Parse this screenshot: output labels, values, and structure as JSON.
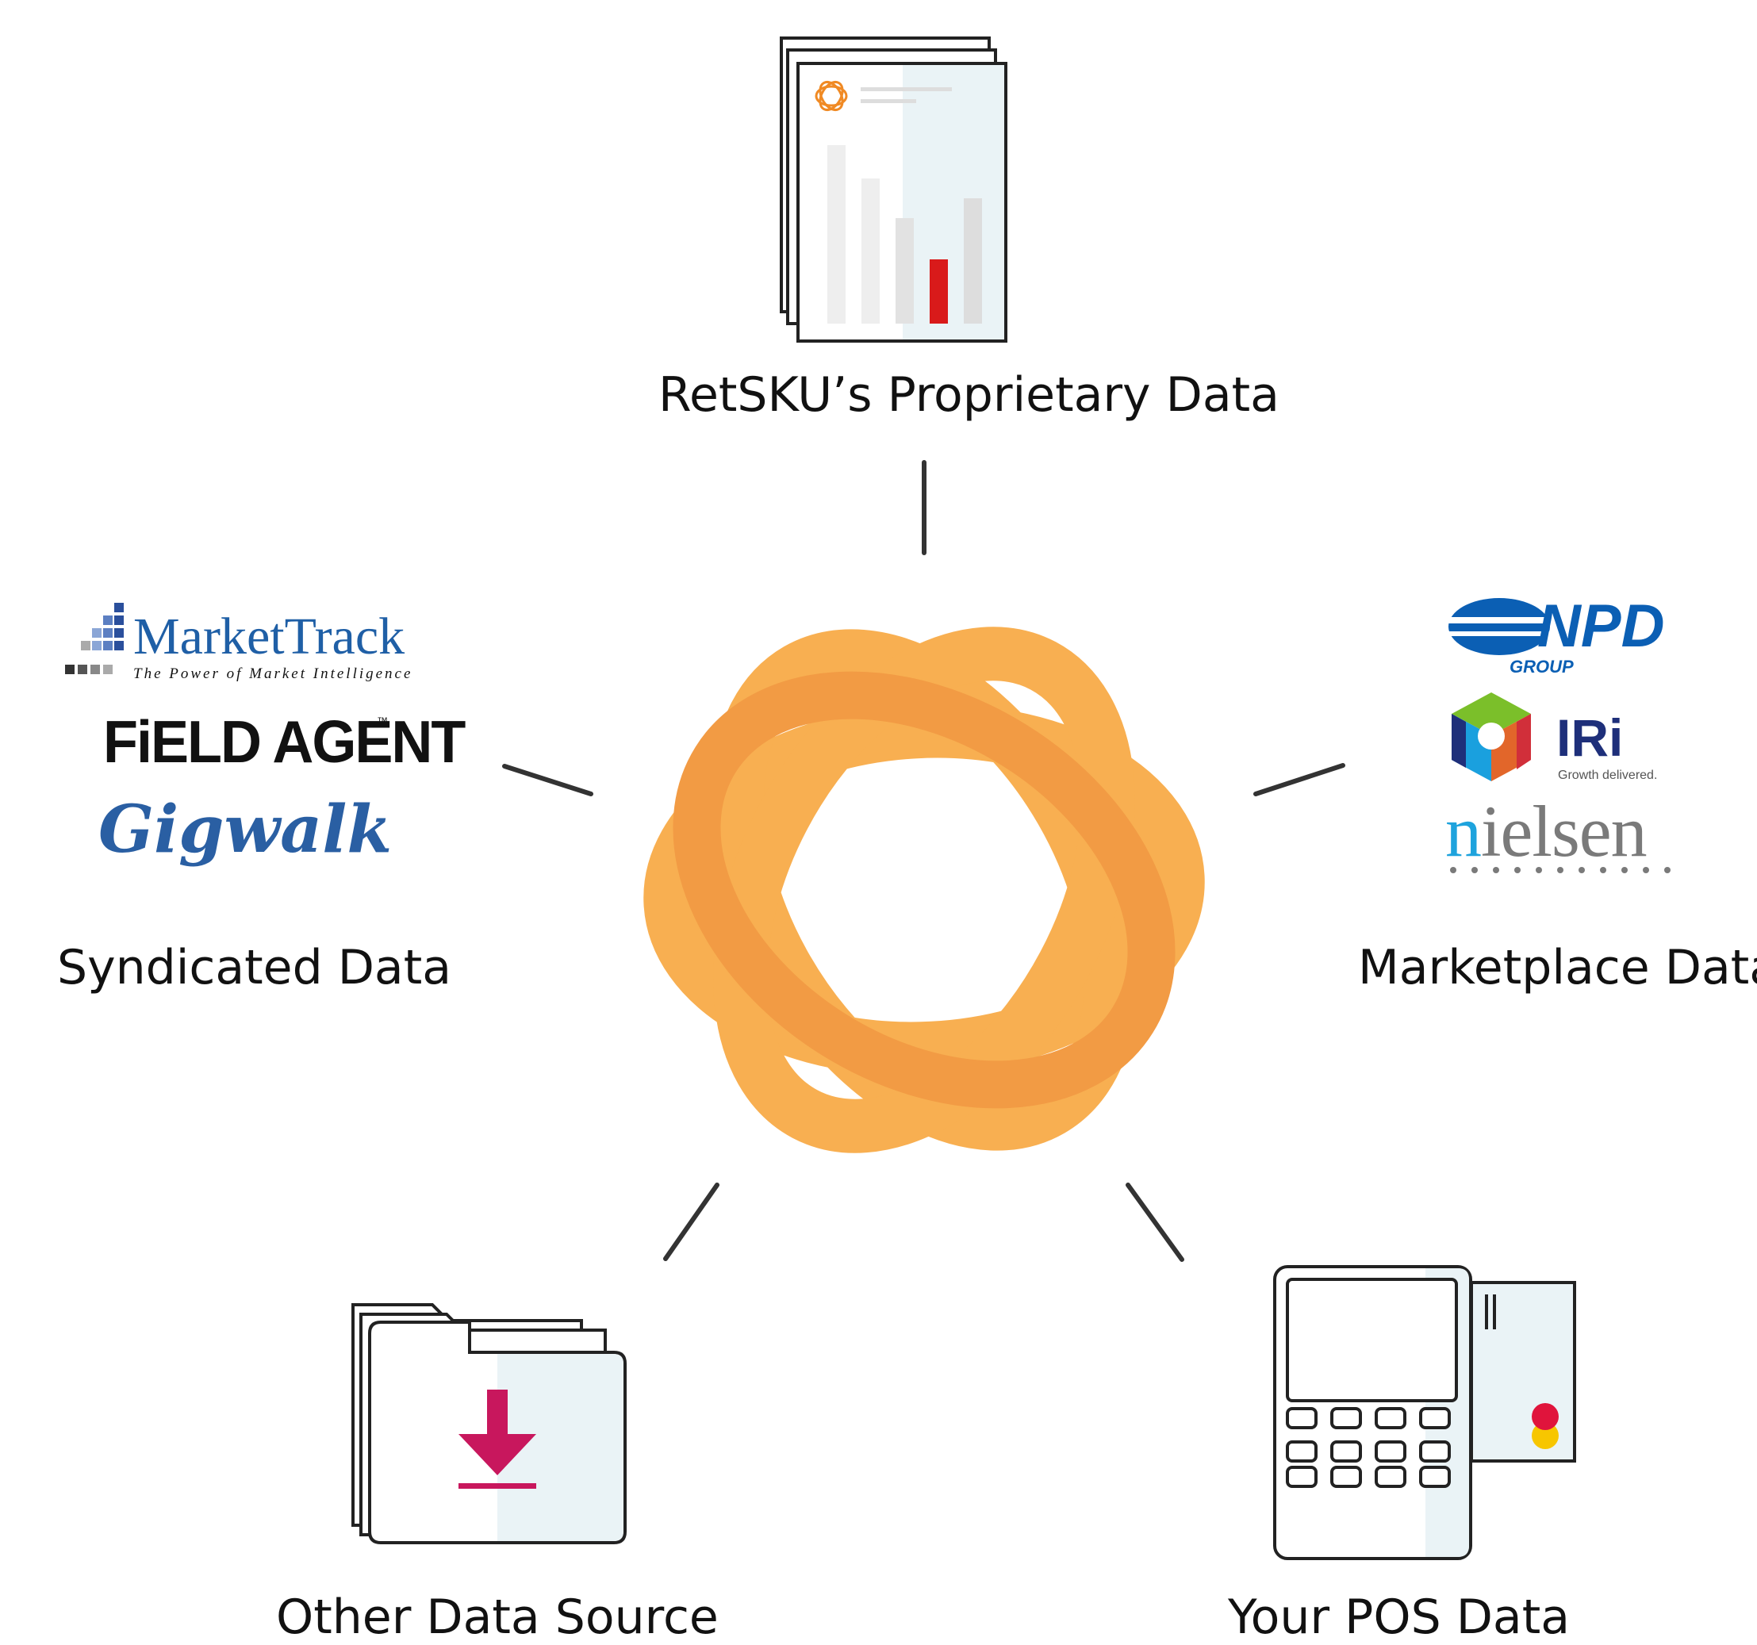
{
  "colors": {
    "accent": "#f7a233",
    "accent_dark": "#f08a24",
    "line": "#333333",
    "pos_dot_red": "#e0143c",
    "pos_dot_yellow": "#f7c600",
    "download_arrow": "#c8175d",
    "report_bar_red": "#d91a1a",
    "marketrack_blue": "#1f5fa6",
    "npd_blue": "#0b5fb4",
    "iri_navy": "#1e2f7a",
    "nielsen_blue": "#1ea3dd",
    "nielsen_grey": "#7a7a7a",
    "gigwalk_blue": "#2a5fa3"
  },
  "center": {
    "icon": "retsku-logo-icon"
  },
  "nodes": {
    "top": {
      "label": "RetSKU’s Proprietary Data",
      "icon": "report-document-icon"
    },
    "left": {
      "label": "Syndicated Data",
      "logos": {
        "marketrack": {
          "name": "MarketTrack",
          "tagline": "The Power of Market Intelligence"
        },
        "fieldagent": {
          "name": "FiELD AGENT",
          "tm": "™"
        },
        "gigwalk": {
          "name": "Gigwalk"
        }
      }
    },
    "right": {
      "label": "Marketplace Data",
      "logos": {
        "npd": {
          "name": "NPD",
          "sub": "GROUP"
        },
        "iri": {
          "name": "IRi",
          "tagline": "Growth delivered."
        },
        "nielsen": {
          "name": "nielsen"
        }
      }
    },
    "bottom_left": {
      "label": "Other Data Source",
      "icon": "folder-download-icon"
    },
    "bottom_right": {
      "label": "Your POS Data",
      "icon": "pos-terminal-icon"
    }
  }
}
